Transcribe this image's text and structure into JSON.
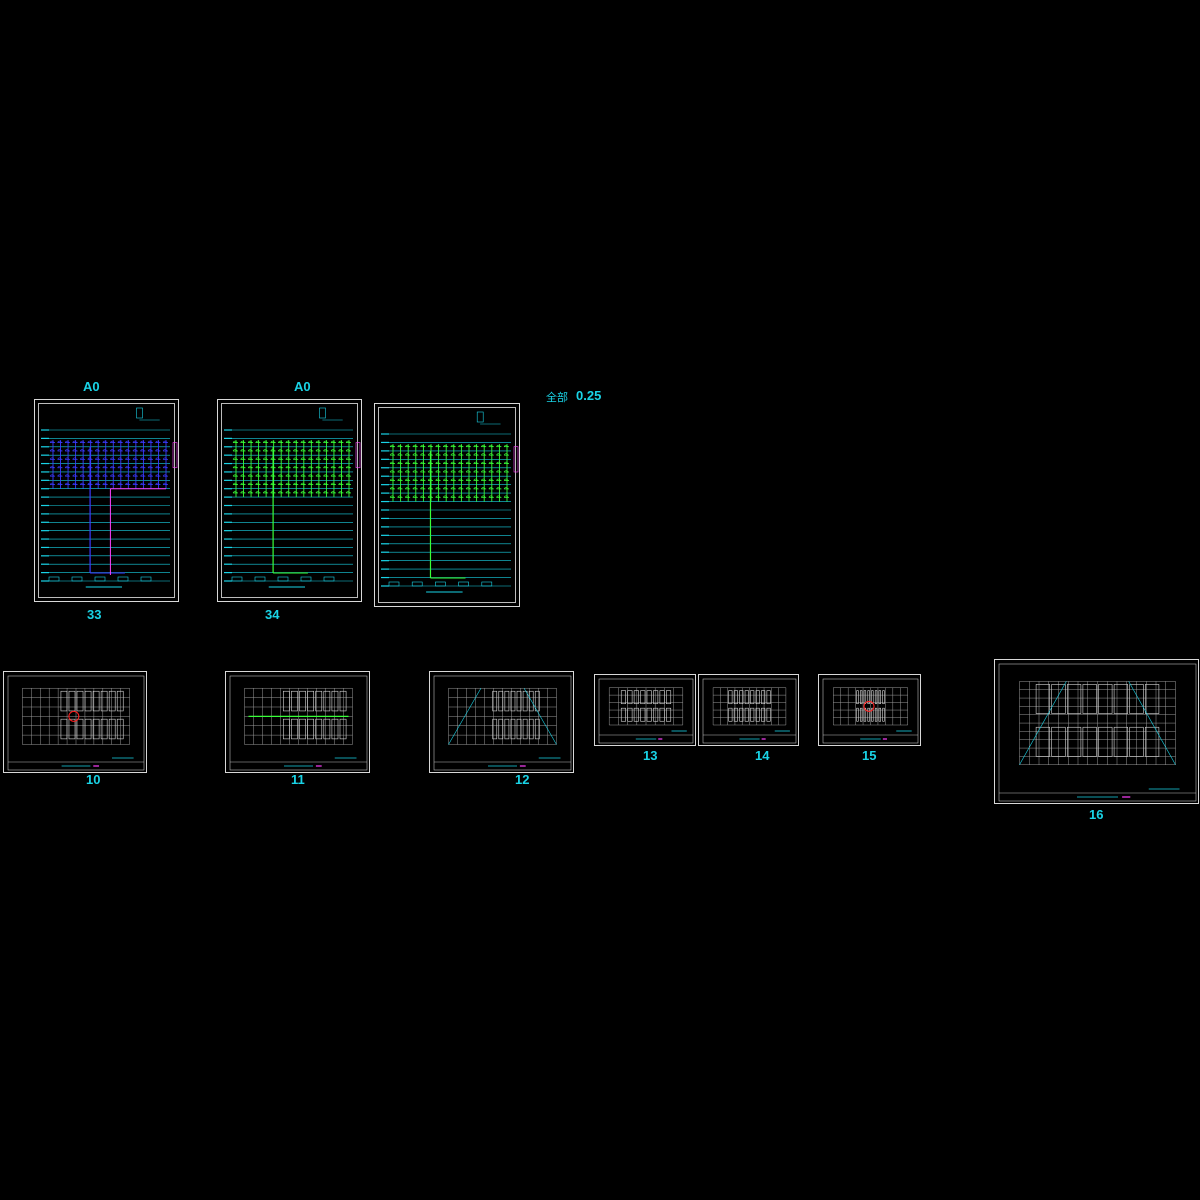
{
  "labels": {
    "a0_left": "A0",
    "a0_mid": "A0",
    "scale_prefix": "全部",
    "scale_value": "0.25",
    "sheet_33": "33",
    "sheet_34": "34",
    "sheet_10": "10",
    "sheet_11": "11",
    "sheet_12": "12",
    "sheet_13": "13",
    "sheet_14": "14",
    "sheet_15": "15",
    "sheet_16": "16"
  },
  "colors": {
    "background": "#000000",
    "label": "#19d3e6",
    "frame": "#d8d8d8",
    "riser_blue": "#3a3aff",
    "riser_green": "#38ff38",
    "line_cyan": "#19d3e6",
    "accent_magenta": "#ff40ff",
    "accent_red": "#ff2020",
    "grid_gray": "#9a9a9a"
  }
}
